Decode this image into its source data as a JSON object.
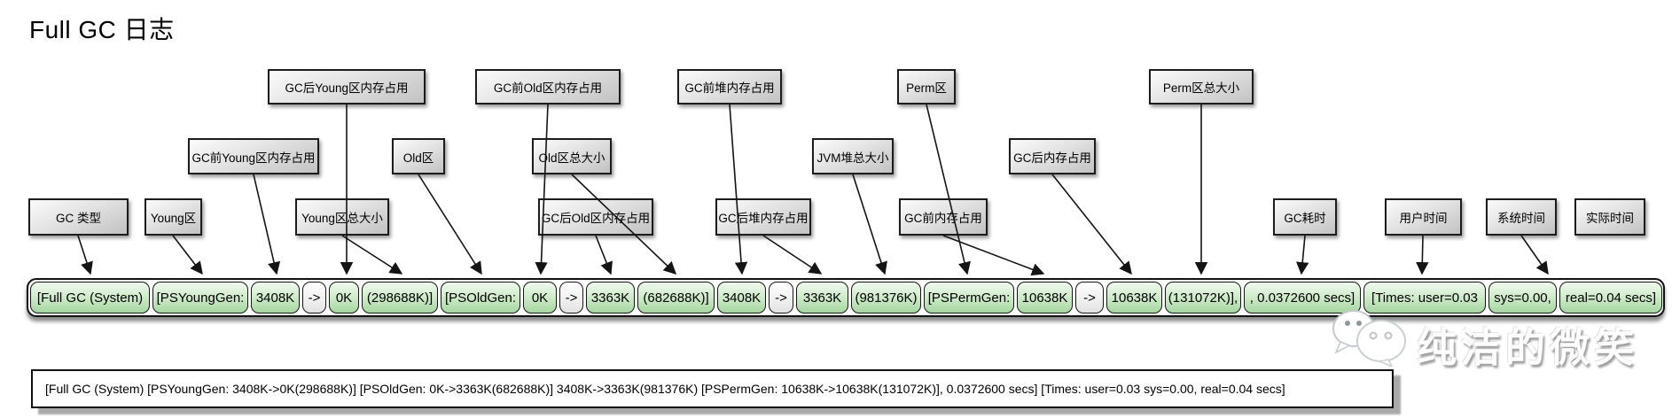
{
  "title": "Full GC 日志",
  "annotations": {
    "gc_type": "GC 类型",
    "young_gen": "Young区",
    "young_before": "GC前Young区内存占用",
    "young_after": "GC后Young区内存占用",
    "young_total": "Young区总大小",
    "old_gen": "Old区",
    "old_before": "GC前Old区内存占用",
    "old_after": "GC后Old区内存占用",
    "old_total": "Old区总大小",
    "heap_before": "GC前堆内存占用",
    "heap_after": "GC后堆内存占用",
    "heap_total": "JVM堆总大小",
    "perm_gen": "Perm区",
    "perm_before": "GC前内存占用",
    "perm_after": "GC后内存占用",
    "perm_total": "Perm区总大小",
    "gc_time": "GC耗时",
    "user_time": "用户时间",
    "sys_time": "系统时间",
    "real_time": "实际时间"
  },
  "strip": {
    "segments": [
      {
        "text": "[Full GC (System)",
        "kind": "green"
      },
      {
        "text": "[PSYoungGen:",
        "kind": "green"
      },
      {
        "text": "3408K",
        "kind": "green"
      },
      {
        "text": "->",
        "kind": "white"
      },
      {
        "text": "0K",
        "kind": "green"
      },
      {
        "text": "(298688K)]",
        "kind": "green"
      },
      {
        "text": "[PSOldGen:",
        "kind": "green"
      },
      {
        "text": "0K",
        "kind": "green"
      },
      {
        "text": "->",
        "kind": "white"
      },
      {
        "text": "3363K",
        "kind": "green"
      },
      {
        "text": "(682688K)]",
        "kind": "green"
      },
      {
        "text": "3408K",
        "kind": "green"
      },
      {
        "text": "->",
        "kind": "white"
      },
      {
        "text": "3363K",
        "kind": "green"
      },
      {
        "text": "(981376K)",
        "kind": "green"
      },
      {
        "text": "[PSPermGen:",
        "kind": "green"
      },
      {
        "text": "10638K",
        "kind": "green"
      },
      {
        "text": "->",
        "kind": "white"
      },
      {
        "text": "10638K",
        "kind": "green"
      },
      {
        "text": "(131072K)],",
        "kind": "green"
      },
      {
        "text": ", 0.0372600 secs]",
        "kind": "green"
      },
      {
        "text": "[Times: user=0.03",
        "kind": "green"
      },
      {
        "text": "sys=0.00,",
        "kind": "green"
      },
      {
        "text": "real=0.04 secs]",
        "kind": "green"
      }
    ]
  },
  "log_line": "[Full GC (System) [PSYoungGen: 3408K->0K(298688K)] [PSOldGen: 0K->3363K(682688K)] 3408K->3363K(981376K) [PSPermGen: 10638K->10638K(131072K)], 0.0372600 secs] [Times: user=0.03 sys=0.00, real=0.04 secs]",
  "watermark": "纯洁的微笑",
  "colors": {
    "segment_green_top": "#f0faee",
    "segment_green_bottom": "#a6d6a1",
    "label_gray_top": "#fbfbfb",
    "label_gray_bottom": "#c2c2c2",
    "border": "#1c1c1c",
    "shadow": "#a9a9a9"
  }
}
